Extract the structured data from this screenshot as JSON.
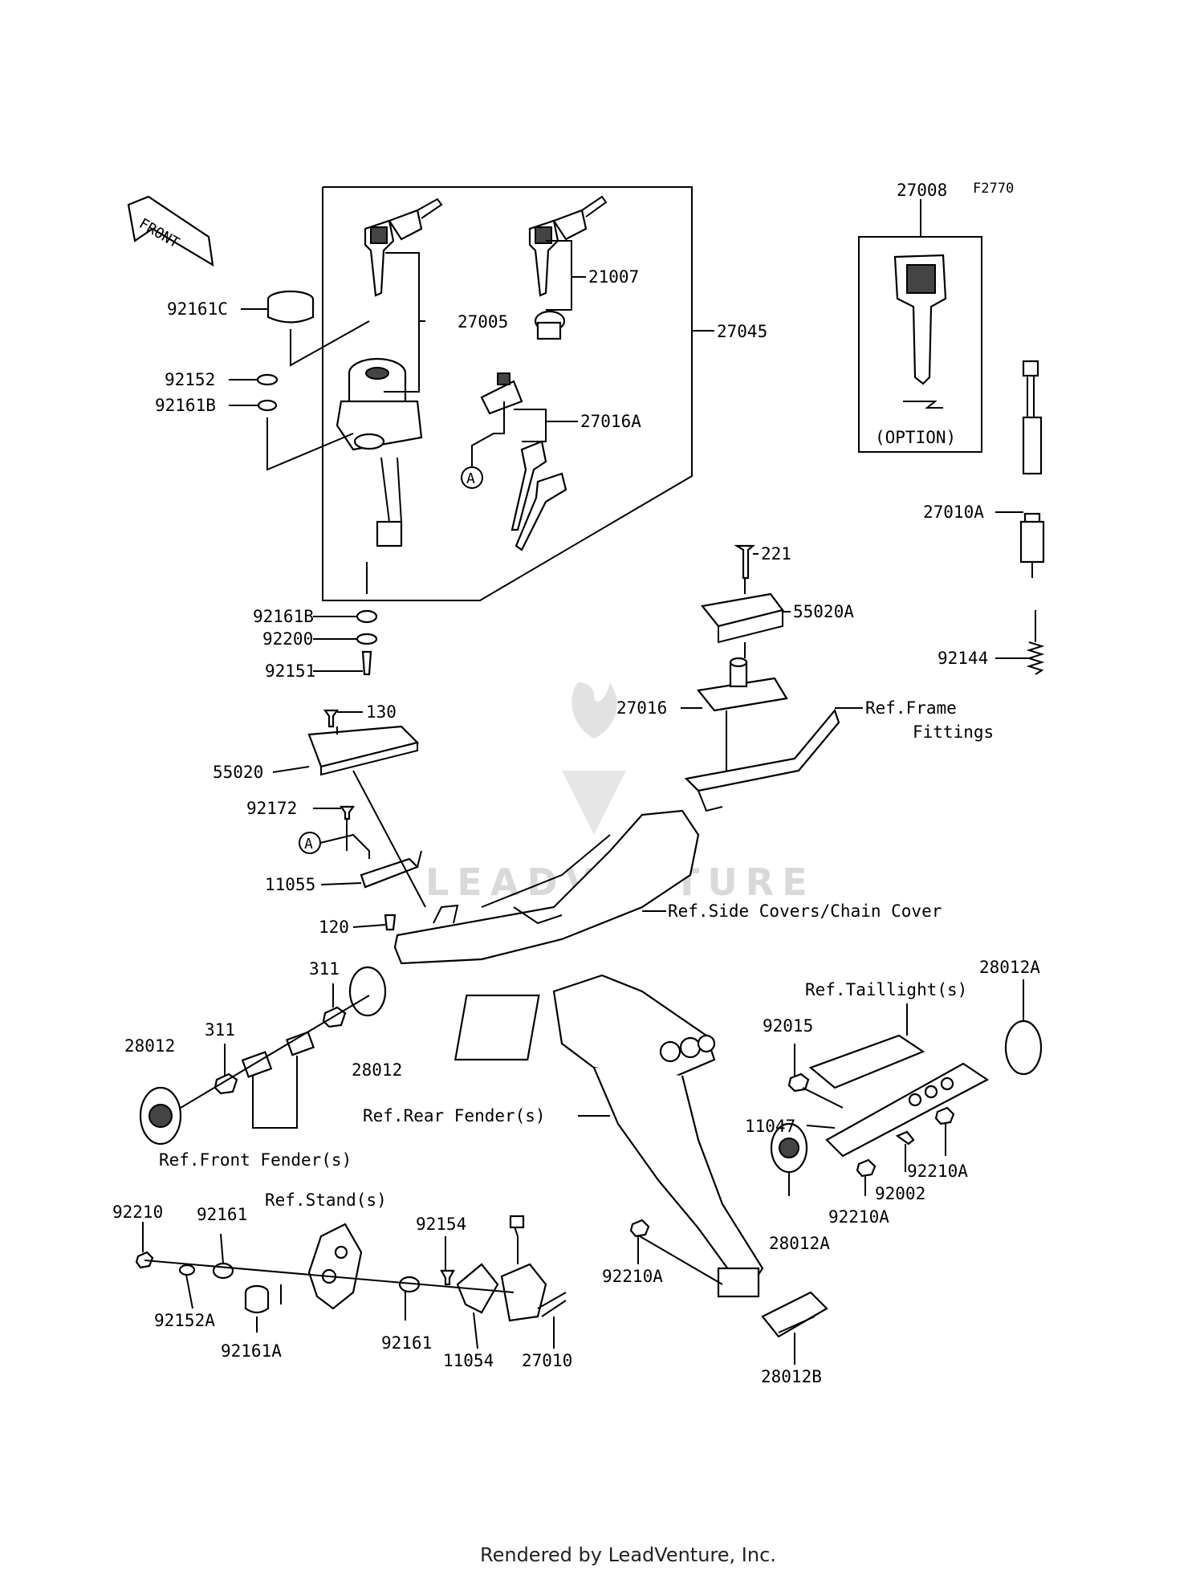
{
  "diagram": {
    "code": "F2770",
    "front_label": "FRONT",
    "option_label": "(OPTION)",
    "watermark": "LEADVENTURE",
    "footer": "Rendered by LeadVenture, Inc.",
    "callout_a": "A",
    "parts": {
      "p27008": "27008",
      "p92161C": "92161C",
      "p27005": "27005",
      "p21007": "21007",
      "p27045": "27045",
      "p92152": "92152",
      "p92161B_top": "92161B",
      "p27016A": "27016A",
      "p27010A": "27010A",
      "p221": "221",
      "p55020A": "55020A",
      "p92161B_bot": "92161B",
      "p92200": "92200",
      "p92151": "92151",
      "p92144": "92144",
      "p130": "130",
      "p27016": "27016",
      "p55020": "55020",
      "p92172": "92172",
      "p11055": "11055",
      "p120": "120",
      "p311_top": "311",
      "p28012A_top": "28012A",
      "p311_mid": "311",
      "p28012_left": "28012",
      "p28012_mid": "28012",
      "p92015": "92015",
      "p11047": "11047",
      "p92210A_right": "92210A",
      "p92002": "92002",
      "p92210A_mid": "92210A",
      "p28012A_bot": "28012A",
      "p92210": "92210",
      "p92161_left": "92161",
      "p92154": "92154",
      "p92152A": "92152A",
      "p92161A": "92161A",
      "p92161_mid": "92161",
      "p11054": "11054",
      "p27010": "27010",
      "p92210A_low": "92210A",
      "p28012B": "28012B"
    },
    "refs": {
      "frame_1": "Ref.Frame",
      "frame_2": "Fittings",
      "side_covers": "Ref.Side Covers/Chain Cover",
      "taillight": "Ref.Taillight(s)",
      "rear_fender": "Ref.Rear Fender(s)",
      "front_fender": "Ref.Front Fender(s)",
      "stand": "Ref.Stand(s)"
    }
  }
}
